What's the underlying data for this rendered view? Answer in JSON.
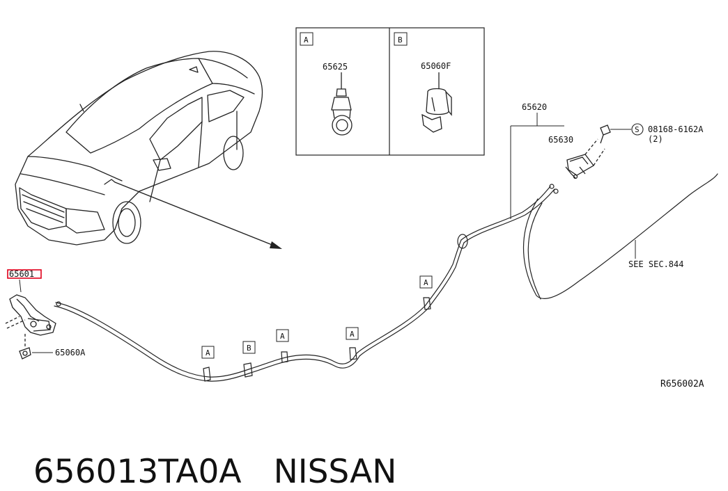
{
  "diagram": {
    "part_labels": {
      "main_part": "65601",
      "bolt": "65060A",
      "cable_assembly": "65620",
      "handle": "65630",
      "screw": "08168-6162A",
      "screw_qty": "(2)",
      "screw_marker": "S",
      "see_sec": "SEE SEC.844",
      "clip_a": "65625",
      "clip_b": "65060F"
    },
    "detail_boxes": [
      {
        "letter": "A"
      },
      {
        "letter": "B"
      }
    ],
    "callouts": {
      "a": "A",
      "b": "B"
    },
    "reference_code": "R656002A",
    "highlight_color": "#e0001b"
  },
  "caption": {
    "part_number": "656013TA0A",
    "brand": "NISSAN"
  }
}
